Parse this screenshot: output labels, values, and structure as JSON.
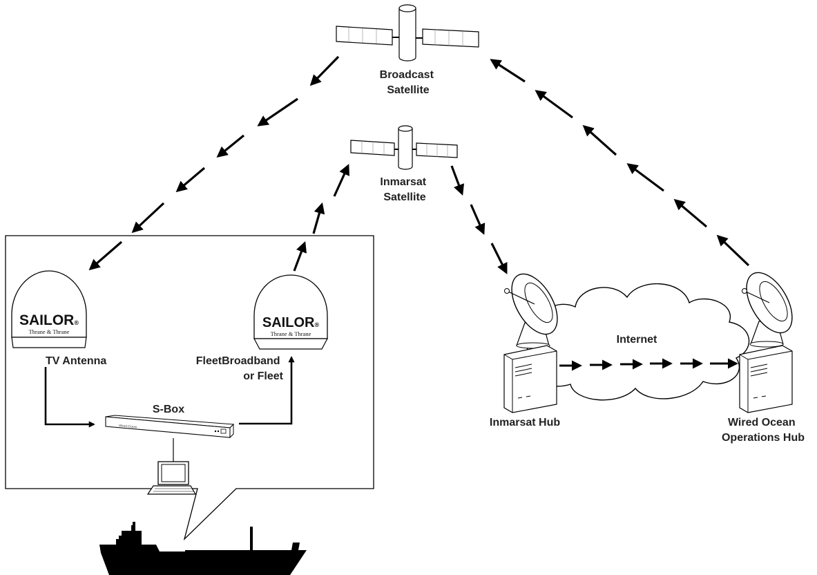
{
  "labels": {
    "broadcast_satellite": [
      "Broadcast",
      "Satellite"
    ],
    "inmarsat_satellite": [
      "Inmarsat",
      "Satellite"
    ],
    "tv_antenna": "TV Antenna",
    "fleet_antenna": [
      "FleetBroadband",
      "or Fleet"
    ],
    "sbox": "S-Box",
    "internet": "Internet",
    "inmarsat_hub": "Inmarsat Hub",
    "wired_ocean_hub": [
      "Wired Ocean",
      "Operations Hub"
    ]
  },
  "dome_brand": {
    "name": "SAILOR",
    "mark": "®",
    "maker": "Thrane & Thrane"
  },
  "sbox_device_text": "Wired Ocean",
  "colors": {
    "line": "#000000",
    "fill": "#ffffff",
    "text": "#222222"
  }
}
